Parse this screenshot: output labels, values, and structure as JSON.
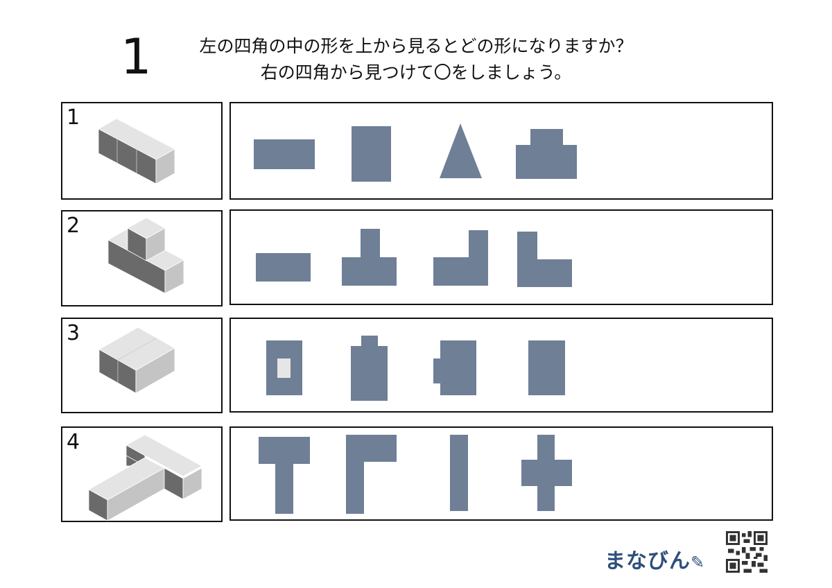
{
  "header": {
    "number": "1",
    "line1": "左の四角の中の形を上から見るとどの形になりますか？",
    "line2": "右の四角から見つけて〇をしましょう。"
  },
  "colors": {
    "shape": "#6e7f96",
    "hole": "#e6e6e6",
    "cube_top": "#e4e4e4",
    "cube_front": "#6a6a6a",
    "cube_side": "#c4c4c4",
    "brand": "#2e4f7c"
  },
  "problems": [
    {
      "label": "1",
      "object": "3 cubes in a row",
      "choices": [
        {
          "name": "wide-rectangle",
          "polys": [
            "366,201 454,201 454,244 366,244"
          ]
        },
        {
          "name": "tall-rectangle",
          "polys": [
            "507,182 564,182 564,262 507,262"
          ]
        },
        {
          "name": "triangle",
          "polys": [
            "664,178 695,257 634,257"
          ]
        },
        {
          "name": "step-shape",
          "polys": [
            "744,209 765,209 765,186 812,186 812,209 832,209 832,258 744,258"
          ]
        }
      ]
    },
    {
      "label": "2",
      "object": "L of cubes with one stacked",
      "choices": [
        {
          "name": "wide-rectangle",
          "polys": [
            "369,365 448,365 448,406 369,406"
          ]
        },
        {
          "name": "inverted-t",
          "polys": [
            "493,371 520,371 520,330 548,330 548,371 572,371 572,412 493,412"
          ]
        },
        {
          "name": "l-right",
          "polys": [
            "625,371 676,371 676,332 704,332 704,412 625,412"
          ]
        },
        {
          "name": "l-left",
          "polys": [
            "746,334 775,334 775,374 825,374 825,414 746,414"
          ]
        }
      ]
    },
    {
      "label": "3",
      "object": "2 cubes side by side",
      "choices": [
        {
          "name": "square-with-hole",
          "polys": [
            "384,491 436,491 436,570 384,570"
          ],
          "holes": [
            "400,517 419,517 419,545 400,545"
          ]
        },
        {
          "name": "rect-top-tab",
          "polys": [
            "506,499 521,499 521,484 545,484 545,499 559,499 559,578 506,578"
          ]
        },
        {
          "name": "rect-left-tab",
          "polys": [
            "635,491 687,491 687,570 635,570 635,553 625,553 625,517 635,517"
          ]
        },
        {
          "name": "rectangle",
          "polys": [
            "762,491 815,491 815,570 762,570"
          ]
        }
      ]
    },
    {
      "label": "4",
      "object": "T-shaped cube arrangement",
      "choices": [
        {
          "name": "t-shape",
          "polys": [
            "373,630 447,630 447,669 423,669 423,741 397,741 397,669 373,669"
          ]
        },
        {
          "name": "gamma-shape",
          "polys": [
            "499,627 572,627 572,666 525,666 525,741 499,741"
          ]
        },
        {
          "name": "i-bar",
          "polys": [
            "649,627 675,627 675,737 649,737"
          ]
        },
        {
          "name": "plus-shape",
          "polys": [
            "775,627 800,627 800,663 825,663 825,701 800,701 800,737 775,737 775,701 752,701 752,663 775,663"
          ]
        }
      ]
    }
  ],
  "footer": {
    "brand": "まなびん",
    "qr": "qr-code"
  }
}
